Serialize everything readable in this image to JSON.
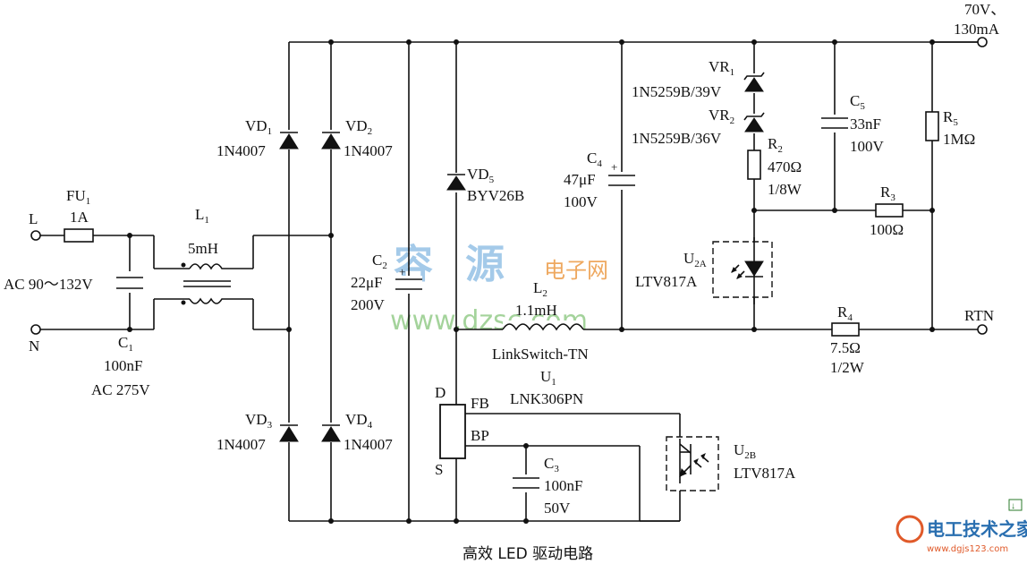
{
  "caption": "高效 LED 驱动电路",
  "inputs": {
    "L": "L",
    "N": "N",
    "ac": "AC 90～132V"
  },
  "output": {
    "v": "70V、",
    "i": "130mA",
    "rtn": "RTN"
  },
  "fu1": {
    "name": "FU",
    "sub": "1",
    "val": "1A"
  },
  "c1": {
    "name": "C",
    "sub": "1",
    "val1": "100nF",
    "val2": "AC 275V"
  },
  "l1": {
    "name": "L",
    "sub": "1",
    "val": "5mH"
  },
  "vd1": {
    "name": "VD",
    "sub": "1",
    "val": "1N4007"
  },
  "vd2": {
    "name": "VD",
    "sub": "2",
    "val": "1N4007"
  },
  "vd3": {
    "name": "VD",
    "sub": "3",
    "val": "1N4007"
  },
  "vd4": {
    "name": "VD",
    "sub": "4",
    "val": "1N4007"
  },
  "c2": {
    "name": "C",
    "sub": "2",
    "val1": "22μF",
    "val2": "200V"
  },
  "vd5": {
    "name": "VD",
    "sub": "5",
    "val": "BYV26B"
  },
  "l2": {
    "name": "L",
    "sub": "2",
    "val": "1.1mH"
  },
  "u1": {
    "line1": "LinkSwitch-TN",
    "name": "U",
    "sub": "1",
    "val": "LNK306PN",
    "d": "D",
    "s": "S",
    "fb": "FB",
    "bp": "BP"
  },
  "c3": {
    "name": "C",
    "sub": "3",
    "val1": "100nF",
    "val2": "50V"
  },
  "c4": {
    "name": "C",
    "sub": "4",
    "val1": "47μF",
    "val2": "100V"
  },
  "vr1": {
    "name": "VR",
    "sub": "1",
    "val": "1N5259B/39V"
  },
  "vr2": {
    "name": "VR",
    "sub": "2",
    "val": "1N5259B/36V"
  },
  "r2": {
    "name": "R",
    "sub": "2",
    "val1": "470Ω",
    "val2": "1/8W"
  },
  "c5": {
    "name": "C",
    "sub": "5",
    "val1": "33nF",
    "val2": "100V"
  },
  "r5": {
    "name": "R",
    "sub": "5",
    "val": "1MΩ"
  },
  "r3": {
    "name": "R",
    "sub": "3",
    "val": "100Ω"
  },
  "u2a": {
    "name": "U",
    "sub": "2A",
    "val": "LTV817A"
  },
  "u2b": {
    "name": "U",
    "sub": "2B",
    "val": "LTV817A"
  },
  "r4": {
    "name": "R",
    "sub": "4",
    "val1": "7.5Ω",
    "val2": "1/2W"
  },
  "watermark": {
    "a": "容",
    "b": "源",
    "c": "电子网",
    "d": "www.dzsc.com",
    "e": "电工技术之家",
    "f": "www.dgjs123.com"
  }
}
